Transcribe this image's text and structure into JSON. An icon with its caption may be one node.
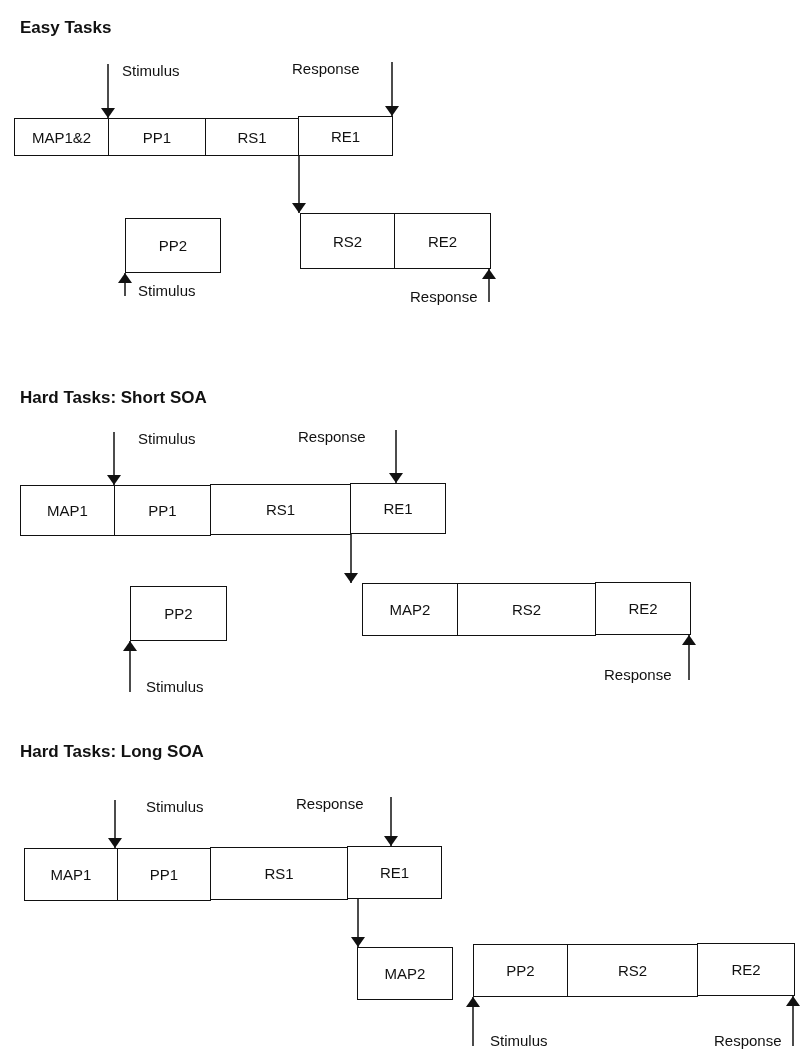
{
  "diagram": {
    "nodes": [
      {
        "text": [
          "Stimulus"
        ]
      },
      {
        "text": [
          "Response"
        ]
      },
      {
        "text": [
          "MAP1&2"
        ]
      },
      {
        "text": [
          "PP1"
        ]
      },
      {
        "text": [
          "RS1"
        ]
      },
      {
        "text": [
          "RE1"
        ]
      },
      {
        "text": [
          "PP2"
        ]
      },
      {
        "text": [
          "RS2"
        ]
      },
      {
        "text": [
          "RE2"
        ]
      },
      {
        "text": [
          "Stimulus"
        ]
      },
      {
        "text": [
          "Response"
        ]
      },
      {
        "text": [
          "Stimulus"
        ]
      },
      {
        "text": [
          "Response"
        ]
      },
      {
        "text": [
          "MAP1"
        ]
      },
      {
        "text": [
          "PP1"
        ]
      },
      {
        "text": [
          "RS1"
        ]
      },
      {
        "text": [
          "RE1"
        ]
      },
      {
        "text": [
          "PP2"
        ]
      },
      {
        "text": [
          "MAP2"
        ]
      },
      {
        "text": [
          "RS2"
        ]
      },
      {
        "text": [
          "RE2"
        ]
      },
      {
        "text": [
          "Stimulus"
        ]
      },
      {
        "text": [
          "Response"
        ]
      },
      {
        "text": [
          "Stimulus"
        ]
      },
      {
        "text": [
          "Response"
        ]
      },
      {
        "text": [
          "MAP1"
        ]
      },
      {
        "text": [
          "PP1"
        ]
      },
      {
        "text": [
          "RS1"
        ]
      },
      {
        "text": [
          "RE1"
        ]
      },
      {
        "text": [
          "MAP2"
        ]
      },
      {
        "text": [
          "PP2"
        ]
      },
      {
        "text": [
          "RS2"
        ]
      },
      {
        "text": [
          "RE2"
        ]
      },
      {
        "text": [
          "Stimulus"
        ]
      },
      {
        "text": [
          "Response"
        ]
      }
    ],
    "edges": [
      {
        "from": 0,
        "to": 3,
        "arrow": "to"
      },
      {
        "from": 1,
        "to": 5,
        "arrow": "to"
      },
      {
        "from": 5,
        "to": 7,
        "arrow": "to"
      },
      {
        "from": 9,
        "to": 6,
        "arrow": "to"
      },
      {
        "from": 10,
        "to": 8,
        "arrow": "to"
      },
      {
        "from": 11,
        "to": 14,
        "arrow": "to"
      },
      {
        "from": 12,
        "to": 16,
        "arrow": "to"
      },
      {
        "from": 16,
        "to": 18,
        "arrow": "to"
      },
      {
        "from": 21,
        "to": 17,
        "arrow": "to"
      },
      {
        "from": 22,
        "to": 20,
        "arrow": "to"
      },
      {
        "from": 23,
        "to": 26,
        "arrow": "to"
      },
      {
        "from": 24,
        "to": 28,
        "arrow": "to"
      },
      {
        "from": 28,
        "to": 29,
        "arrow": "to"
      },
      {
        "from": 33,
        "to": 30,
        "arrow": "to"
      },
      {
        "from": 34,
        "to": 32,
        "arrow": "to"
      }
    ],
    "labels": [
      "Easy Tasks",
      "Hard Tasks: Short SOA",
      "Hard Tasks: Long SOA"
    ]
  }
}
